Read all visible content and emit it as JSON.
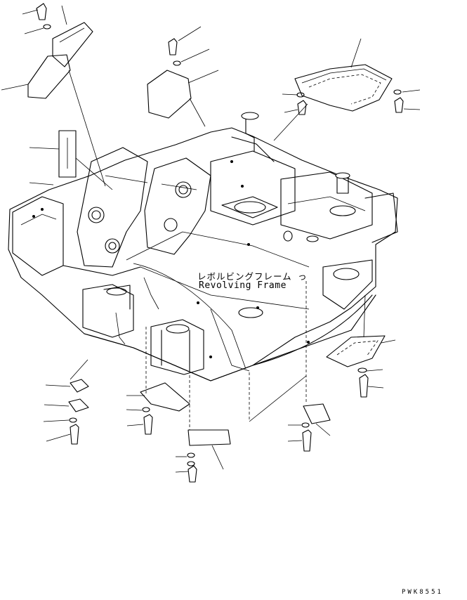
{
  "labels": {
    "frame_name_jp": "レボルビングフレーム",
    "frame_mark": "っ",
    "frame_name_en": "Revolving Frame",
    "drawing_code": "PWK8551"
  },
  "colors": {
    "ink": "#000000",
    "paper": "#ffffff"
  }
}
